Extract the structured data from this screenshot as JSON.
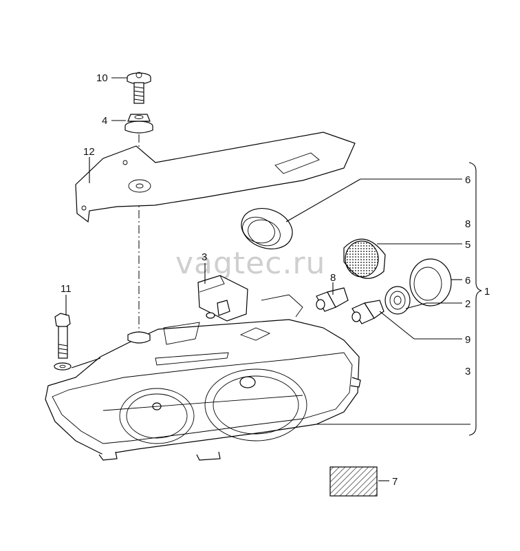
{
  "watermark": "vagtec.ru",
  "callouts": {
    "c10": "10",
    "c4": "4",
    "c12": "12",
    "c11": "11",
    "c3a": "3",
    "c8a": "8",
    "c6a": "6",
    "c8b": "8",
    "c5": "5",
    "c6b": "6",
    "c1": "1",
    "c2": "2",
    "c9": "9",
    "c3b": "3",
    "c7": "7"
  },
  "colors": {
    "line": "#000000",
    "watermark": "#cfcfcf",
    "background": "#ffffff"
  }
}
